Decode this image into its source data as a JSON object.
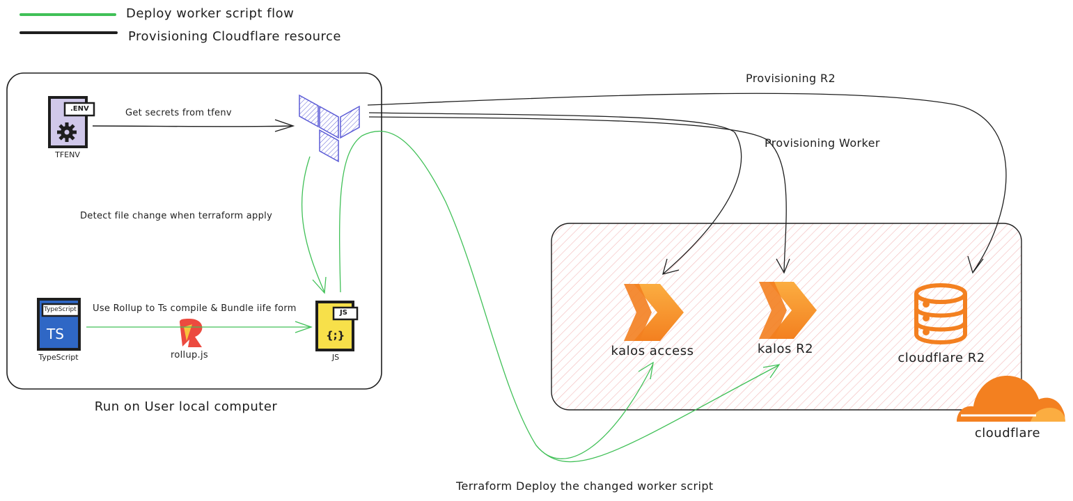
{
  "legend": {
    "deploy_label": "Deploy worker script flow",
    "deploy_color": "#40c057",
    "provision_label": "Provisioning Cloudflare resource",
    "provision_color": "#1e1e1e"
  },
  "local": {
    "caption": "Run on User local computer",
    "tfenv_file_tag": ".ENV",
    "tfenv_label": "TFENV",
    "get_secrets_label": "Get secrets from tfenv",
    "detect_label": "Detect file change when terraform apply",
    "ts_file_tag": "TypeScript",
    "ts_badge": "TS",
    "ts_label": "TypeScript",
    "rollup_edge_label": "Use Rollup to Ts compile & Bundle iife form",
    "rollup_label": "rollup.js",
    "js_file_tag": "JS",
    "js_symbol": "{;}",
    "js_label": "JS"
  },
  "edges": {
    "provision_r2": "Provisioning R2",
    "provision_worker": "Provisioning Worker",
    "deploy_changed": "Terraform Deploy the changed worker script"
  },
  "cloud": {
    "kalos_access_label": "kalos access",
    "kalos_r2_label": "kalos R2",
    "cloudflare_r2_label": "cloudflare R2",
    "cloudflare_label": "cloudflare",
    "worker_color": "#f38020",
    "hatch_color": "#f5c2c2"
  }
}
